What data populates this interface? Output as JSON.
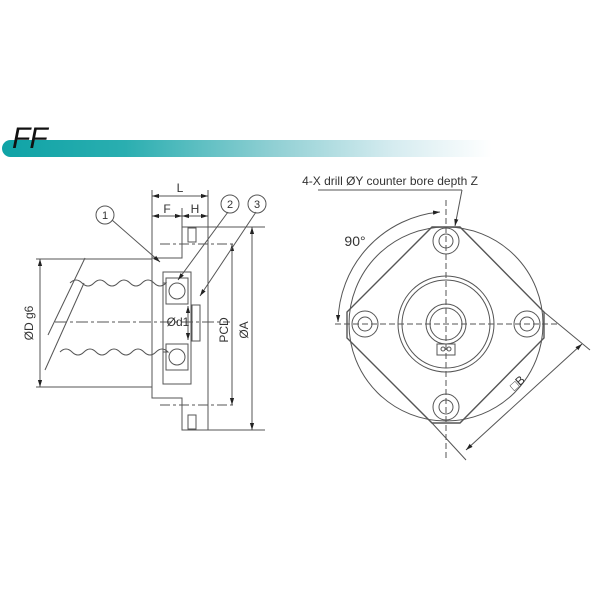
{
  "header": {
    "series_title": "FF",
    "banner_color_start": "#0fa3a6",
    "banner_color_end": "#ffffff"
  },
  "side_view": {
    "dims": {
      "L": "L",
      "F": "F",
      "H": "H",
      "D": "ØD g6",
      "d1": "Ød1",
      "PCD": "PCD",
      "A": "ØA"
    },
    "balloons": [
      "1",
      "2",
      "3"
    ]
  },
  "front_view": {
    "note": "4-X drill ØY counter bore depth Z",
    "angle": "90°",
    "square": "□B"
  },
  "colors": {
    "line": "#555555",
    "text": "#333333"
  }
}
